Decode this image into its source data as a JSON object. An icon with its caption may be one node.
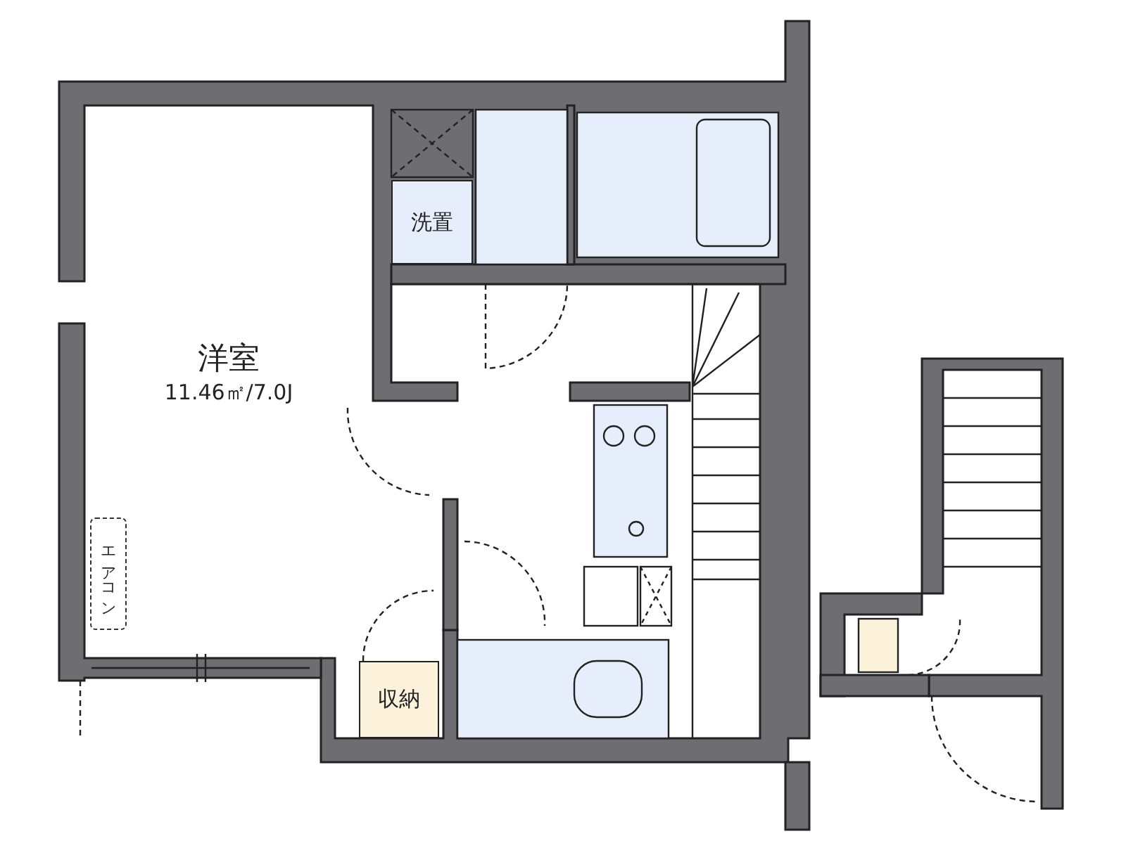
{
  "diagram": {
    "nodes": [
      {
        "text": [
          "洋室",
          "11.46㎡/7.0J"
        ]
      },
      {
        "text": [
          "エアコン"
        ],
        "in": 0
      },
      {
        "text": [
          "洗置"
        ]
      },
      {
        "text": [
          "収納"
        ]
      }
    ]
  }
}
